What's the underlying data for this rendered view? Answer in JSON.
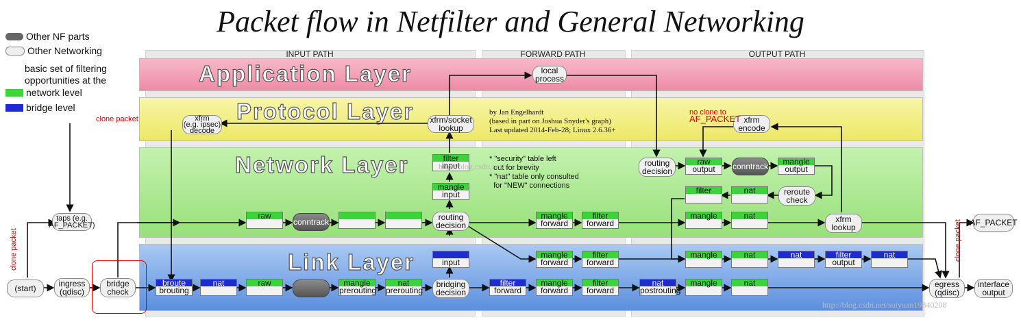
{
  "title": "Packet flow in Netfilter and General Networking",
  "legend": {
    "nf": "Other NF parts",
    "net": "Other Networking",
    "basic": [
      "basic set of filtering",
      "opportunities at the"
    ],
    "network": "network level",
    "bridge": "bridge level"
  },
  "paths": {
    "input": "INPUT PATH",
    "forward": "FORWARD PATH",
    "output": "OUTPUT PATH"
  },
  "layers": {
    "app": "Application Layer",
    "proto": "Protocol Layer",
    "net": "Network Layer",
    "link": "Link Layer"
  },
  "colors": {
    "app": "#f29ab0",
    "proto": "#f1ee7e",
    "net": "#a9e98c",
    "link": "#7aa7e8",
    "green": "#3bd43b",
    "blue": "#1d2bd0"
  },
  "credits": {
    "l1": "by Jan Engelhardt",
    "l2": "(based in part on Joshua Snyder's graph)",
    "l3": "Last updated 2014-Feb-28; Linux 2.6.36+"
  },
  "notes": {
    "sec1": "* \"security\" table left",
    "sec2": "  out for brevity",
    "nat1": "* \"nat\" table only consulted",
    "nat2": "  for \"NEW\" connections",
    "clone_top": "clone packet",
    "clone_left": "clone packet",
    "clone_right": "clone packet",
    "noclone1": "no clone to",
    "noclone2": "AF_PACKET"
  },
  "pills": {
    "local": [
      "local",
      "process"
    ],
    "xfrm_socket": [
      "xfrm/socket",
      "lookup"
    ],
    "xfrm_decode": [
      "xfrm",
      "(e.g. ipsec)",
      "decode"
    ],
    "xfrm_encode": [
      "xfrm",
      "encode"
    ],
    "taps": [
      "taps (e.g.",
      "AF_PACKET)"
    ],
    "start": "(start)",
    "ingress": [
      "ingress",
      "(qdisc)"
    ],
    "bridge_check": [
      "bridge",
      "check"
    ],
    "routing_in": [
      "routing",
      "decision"
    ],
    "routing_out": [
      "routing",
      "decision"
    ],
    "reroute": [
      "reroute",
      "check"
    ],
    "xfrm_lookup": [
      "xfrm",
      "lookup"
    ],
    "bridging": [
      "bridging",
      "decision"
    ],
    "egress": [
      "egress",
      "(qdisc)"
    ],
    "iface_out": [
      "interface",
      "output"
    ],
    "af_packet": "AF_PACKET",
    "conntrack_net": "conntrack",
    "conntrack_out": "conntrack"
  },
  "boxes": {
    "filter_input_net": [
      "filter",
      "input"
    ],
    "mangle_input_net": [
      "mangle",
      "input"
    ],
    "raw_pre": [
      "raw",
      ""
    ],
    "mangle_pre_net": [
      "",
      ""
    ],
    "nat_pre_net": [
      "",
      ""
    ],
    "mangle_fwd_net": [
      "mangle",
      "forward"
    ],
    "filter_fwd_net": [
      "filter",
      "forward"
    ],
    "raw_out": [
      "raw",
      "output"
    ],
    "mangle_out": [
      "mangle",
      "output"
    ],
    "filter_out": [
      "filter",
      ""
    ],
    "nat_out": [
      "nat",
      ""
    ],
    "mangle_post": [
      "mangle",
      ""
    ],
    "nat_post": [
      "nat",
      ""
    ],
    "input_link": [
      "",
      "input"
    ],
    "mangle_fwd_link": [
      "mangle",
      "forward"
    ],
    "filter_fwd_link": [
      "filter",
      "forward"
    ],
    "mangle_link_out": [
      "mangle",
      ""
    ],
    "nat_link_out": [
      "nat",
      ""
    ],
    "nat_b_out": [
      "nat",
      ""
    ],
    "filter_b_out": [
      "filter",
      "output"
    ],
    "nat_b_out2": [
      "nat",
      ""
    ],
    "broute": [
      "broute",
      "brouting"
    ],
    "nat_b_pre": [
      "nat",
      ""
    ],
    "raw_link": [
      "raw",
      ""
    ],
    "mangle_prer": [
      "mangle",
      "prerouting"
    ],
    "nat_prer": [
      "nat",
      "prerouting"
    ],
    "filter_b_fwd": [
      "filter",
      "forward"
    ],
    "mangle_fwd2": [
      "mangle",
      "forward"
    ],
    "filter_fwd2": [
      "filter",
      "forward"
    ],
    "nat_postr": [
      "nat",
      "postrouting"
    ],
    "mangle_post2": [
      "mangle",
      ""
    ],
    "nat_post2": [
      "nat",
      ""
    ]
  },
  "watermark1": "http://blog.csdn.net/",
  "watermark2": "http://blog.csdn.net/suiyuan19840208"
}
